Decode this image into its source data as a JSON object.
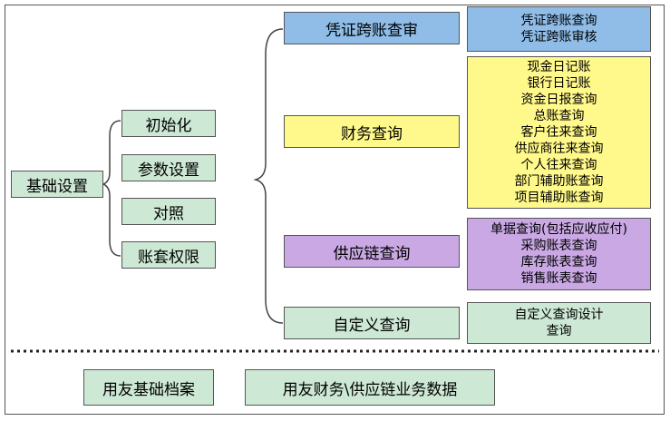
{
  "root": {
    "label": "基础设置"
  },
  "setup_items": [
    {
      "label": "初始化"
    },
    {
      "label": "参数设置"
    },
    {
      "label": "对照"
    },
    {
      "label": "账套权限"
    }
  ],
  "categories": [
    {
      "label": "凭证跨账查审",
      "color": "#8fbde8"
    },
    {
      "label": "财务查询",
      "color": "#fff88a"
    },
    {
      "label": "供应链查询",
      "color": "#c9a8e4"
    },
    {
      "label": "自定义查询",
      "color": "#cde8d4"
    }
  ],
  "details": [
    {
      "lines": [
        "凭证跨账查询",
        "凭证跨账审核"
      ]
    },
    {
      "lines": [
        "现金日记账",
        "银行日记账",
        "资金日报查询",
        "总账查询",
        "客户往来查询",
        "供应商往来查询",
        "个人往来查询",
        "部门辅助账查询",
        "项目辅助账查询"
      ]
    },
    {
      "lines": [
        "单据查询(包括应收应付)",
        "采购账表查询",
        "库存账表查询",
        "销售账表查询"
      ]
    },
    {
      "lines": [
        "自定义查询设计",
        "查询"
      ]
    }
  ],
  "data_sources": [
    {
      "label": "用友基础档案"
    },
    {
      "label": "用友财务\\供应链业务数据"
    }
  ]
}
